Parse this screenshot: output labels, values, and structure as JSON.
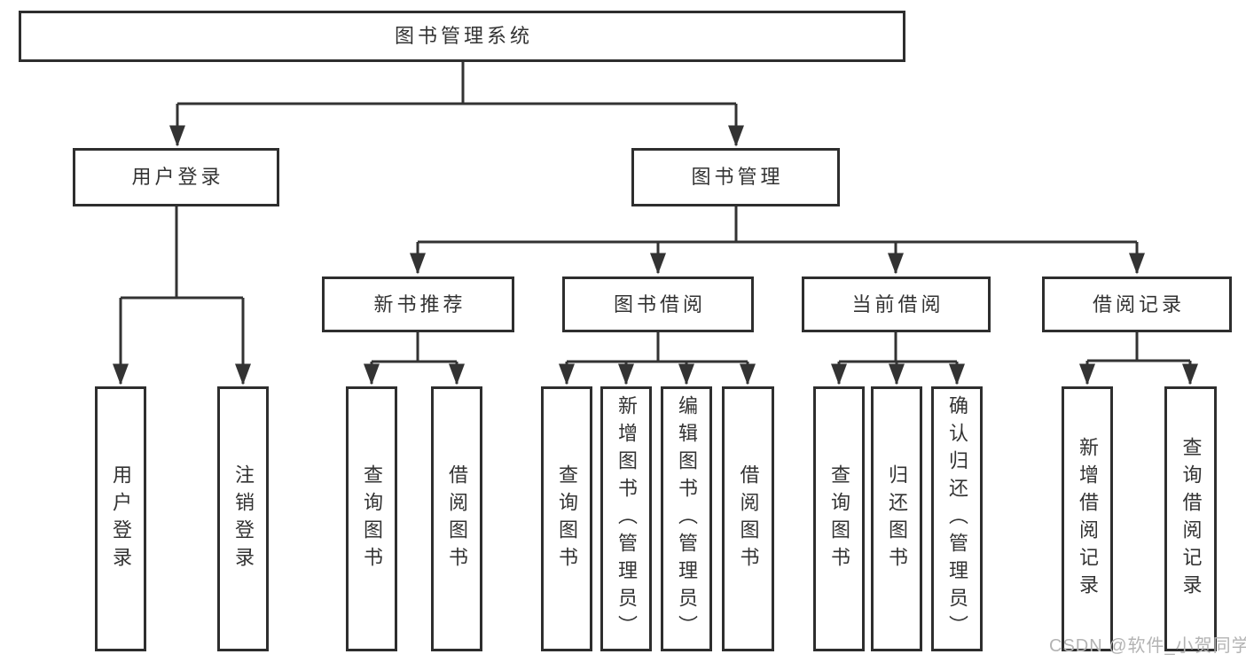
{
  "tree": {
    "root": {
      "label": "图书管理系统",
      "children": [
        {
          "label": "用户登录",
          "children": [
            {
              "label": "用户登录"
            },
            {
              "label": "注销登录"
            }
          ]
        },
        {
          "label": "图书管理",
          "children": [
            {
              "label": "新书推荐",
              "children": [
                {
                  "label": "查询图书"
                },
                {
                  "label": "借阅图书"
                }
              ]
            },
            {
              "label": "图书借阅",
              "children": [
                {
                  "label": "查询图书"
                },
                {
                  "label": "新增图书（管理员）"
                },
                {
                  "label": "编辑图书（管理员）"
                },
                {
                  "label": "借阅图书"
                }
              ]
            },
            {
              "label": "当前借阅",
              "children": [
                {
                  "label": "查询图书"
                },
                {
                  "label": "归还图书"
                },
                {
                  "label": "确认归还（管理员）"
                }
              ]
            },
            {
              "label": "借阅记录",
              "children": [
                {
                  "label": "新增借阅记录"
                },
                {
                  "label": "查询借阅记录"
                }
              ]
            }
          ]
        }
      ]
    }
  },
  "watermark": "CSDN @软件_小贺同学",
  "colors": {
    "line": "#333333",
    "box_border": "#2e2e2e",
    "text": "#333333",
    "watermark": "#b3b3b3",
    "background": "#ffffff"
  }
}
